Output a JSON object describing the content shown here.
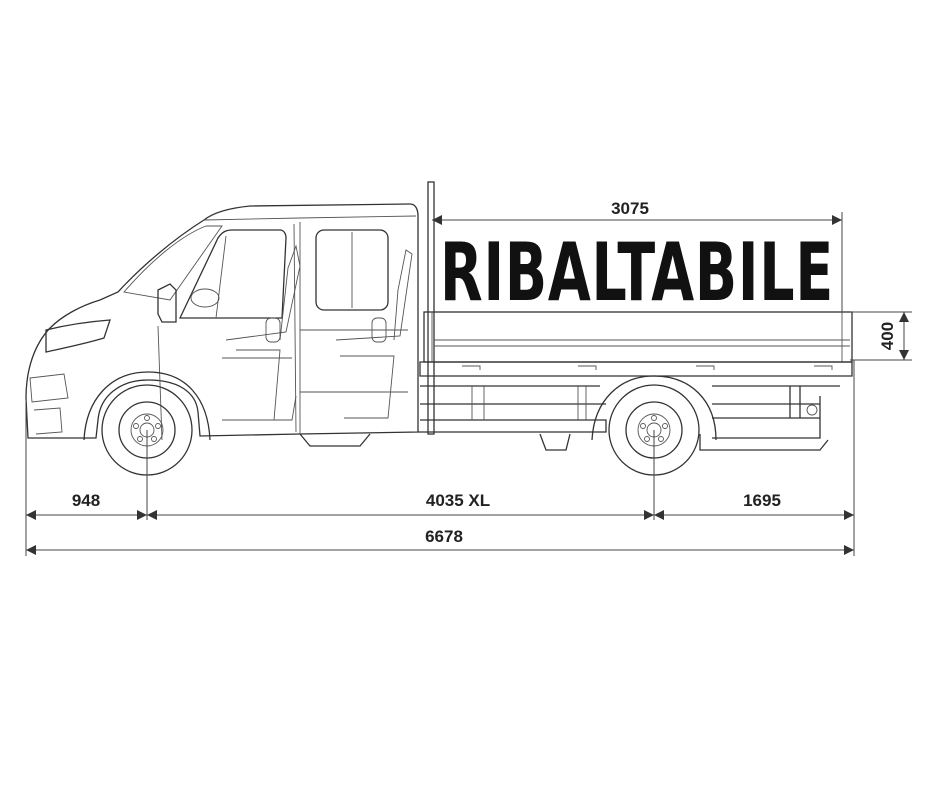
{
  "title": "RIBALTABILE",
  "dimensions": {
    "bed_length": "3075",
    "side_height": "400",
    "front_overhang": "948",
    "wheelbase": "4035 XL",
    "rear_overhang": "1695",
    "total_length": "6678"
  }
}
